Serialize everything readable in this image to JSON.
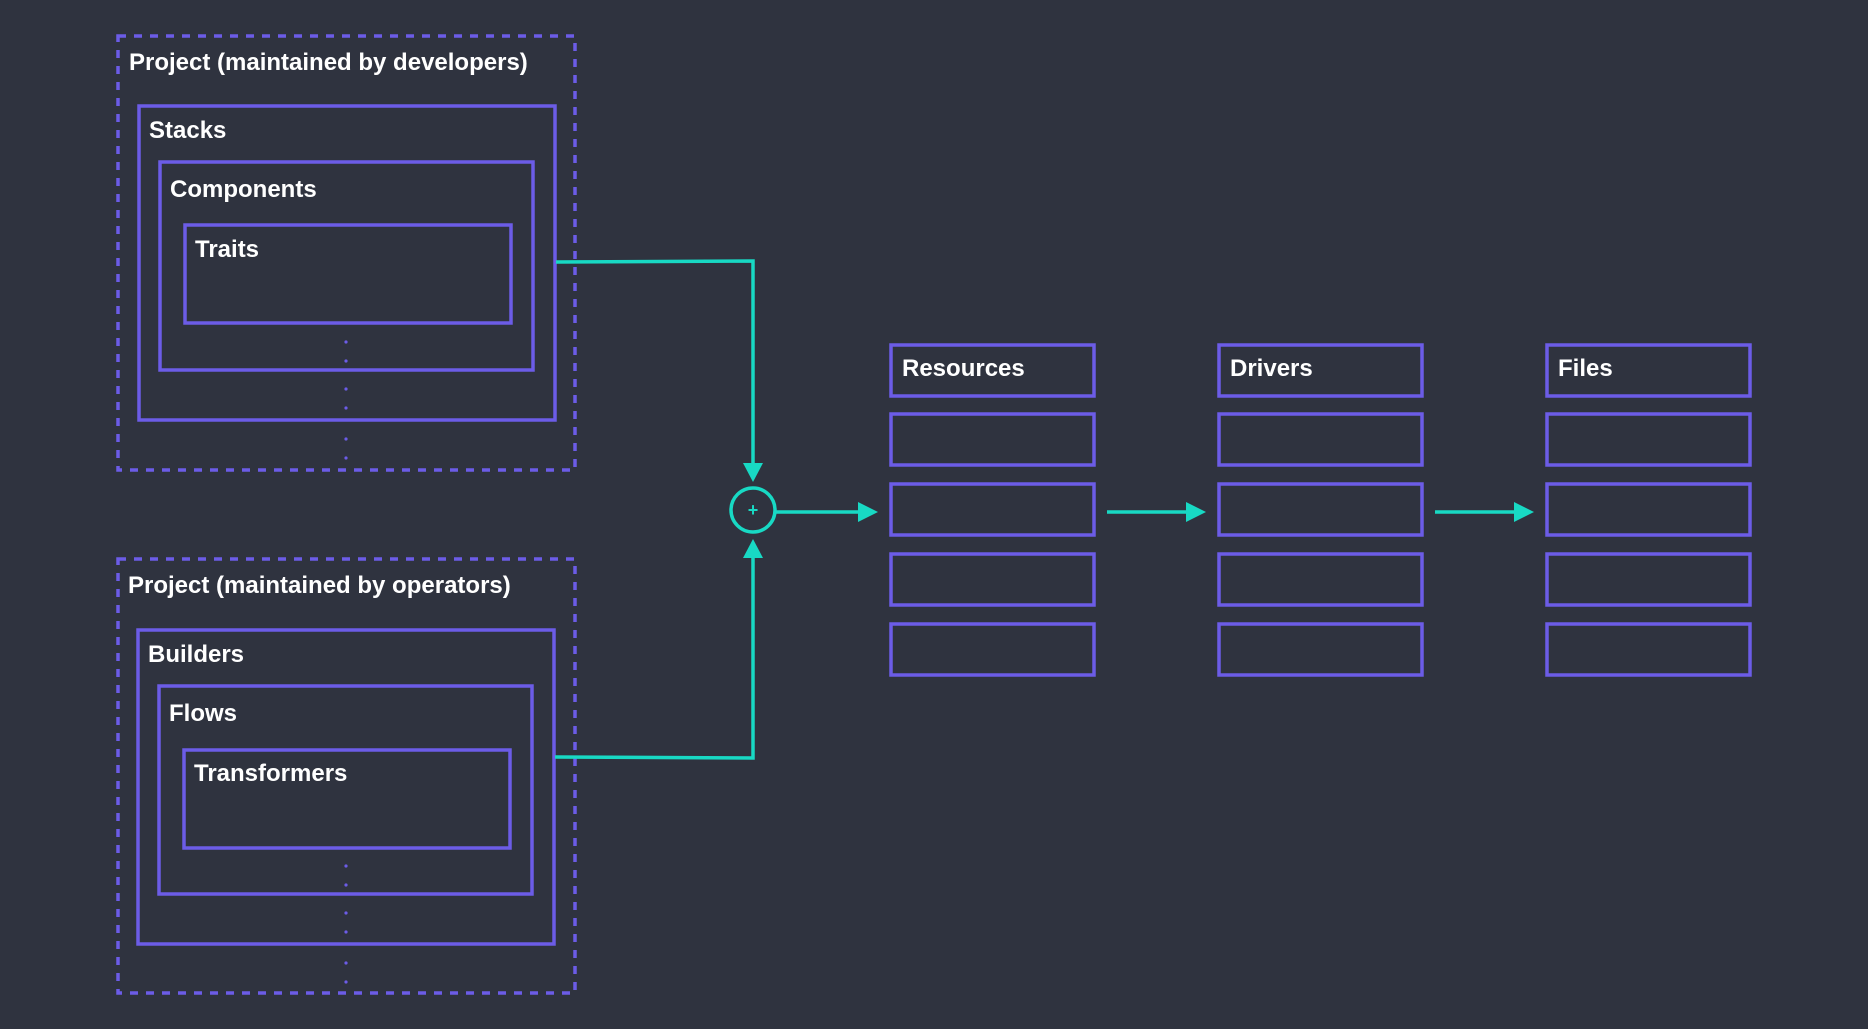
{
  "colors": {
    "background": "#2f333f",
    "box_stroke": "#6c5ce7",
    "flow": "#18d9c4",
    "text": "#ffffff"
  },
  "developers_project": {
    "title": "Project (maintained by developers)",
    "stacks": "Stacks",
    "components": "Components",
    "traits": "Traits"
  },
  "operators_project": {
    "title": "Project (maintained by operators)",
    "builders": "Builders",
    "flows": "Flows",
    "transformers": "Transformers"
  },
  "merge_symbol": "+",
  "outputs": {
    "resources": "Resources",
    "drivers": "Drivers",
    "files": "Files"
  }
}
